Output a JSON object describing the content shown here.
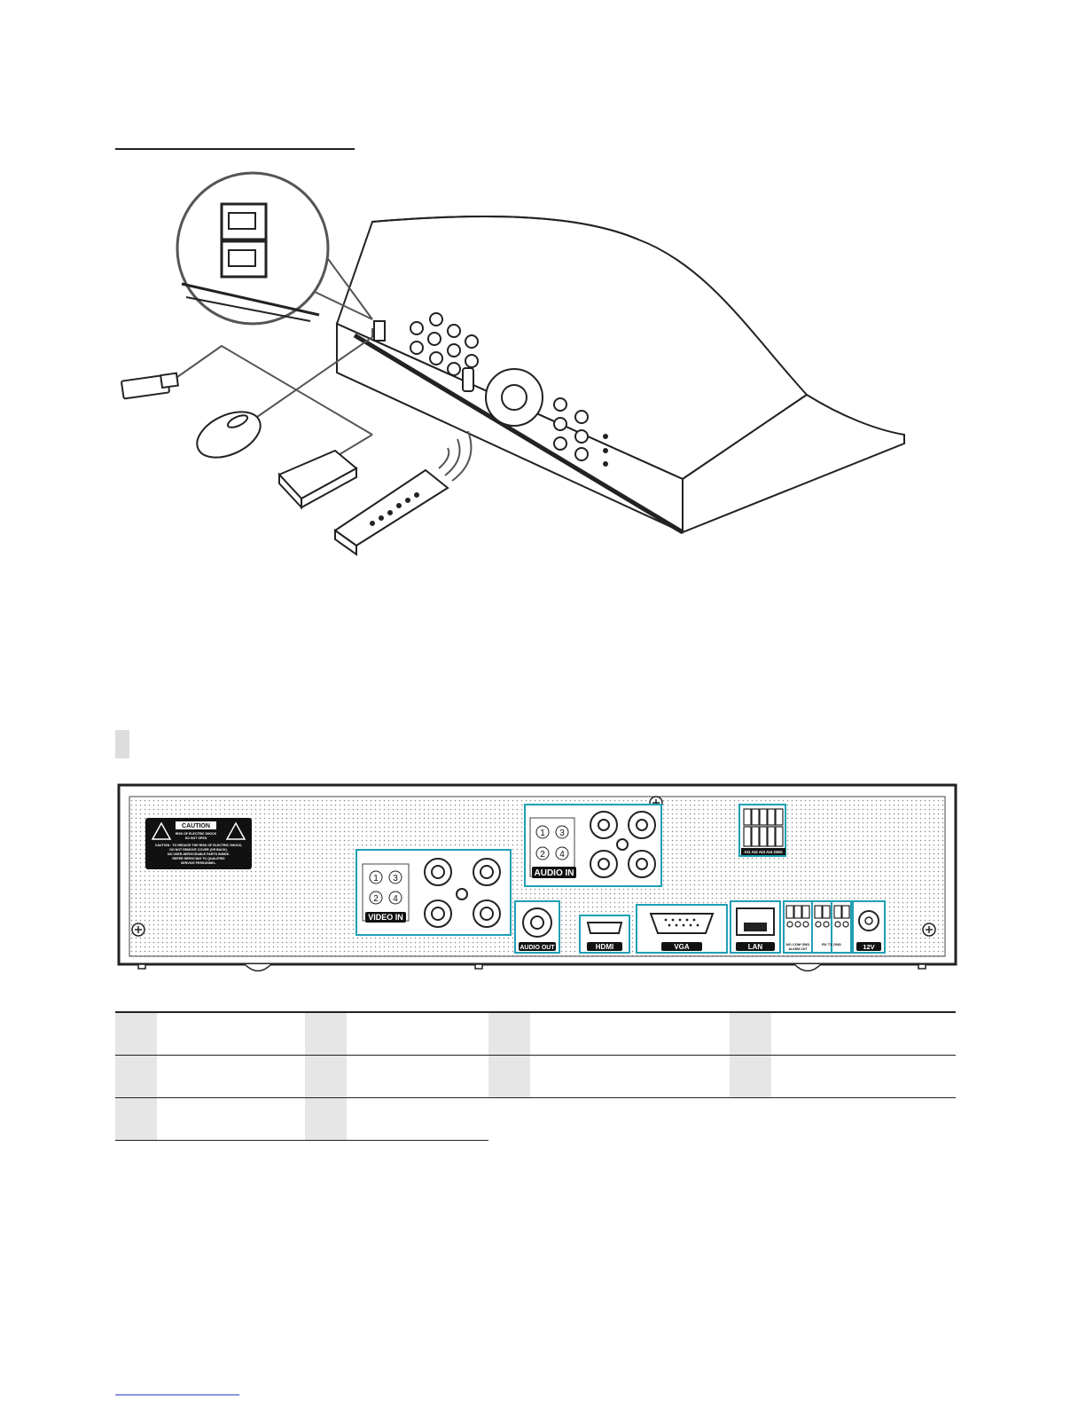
{
  "rear_panel": {
    "caution_title": "CAUTION",
    "caution_sub1": "RISK OF ELECTRIC SHOCK",
    "caution_sub2": "DO NOT OPEN",
    "caution_body1": "CAUTION : TO REDUCE THE RISK OF ELECTRIC SHOCK,",
    "caution_body2": "DO NOT REMOVE COVER (OR BACK).",
    "caution_body3": "NO USER-SERVICEABLE PARTS INSIDE.",
    "caution_body4": "REFER SERVICING TO QUALIFIED",
    "caution_body5": "SERVICE PERSONNEL.",
    "video_in_label": "VIDEO IN",
    "audio_in_label": "AUDIO IN",
    "audio_out_label": "AUDIO OUT",
    "hdmi_label": "HDMI",
    "vga_label": "VGA",
    "lan_label": "LAN",
    "power_label": "12V",
    "alarm_in_terminals": "AI1 AI2 AI3 AI4 GND",
    "alarm_out_terminals": "NO COM GND",
    "alarm_out_caption": "ALARM OUT",
    "rs485_terminals": "RX TX GND",
    "channel_numbers": [
      "1",
      "3",
      "2",
      "4"
    ]
  },
  "icons": {
    "warning": "lightning-triangle-icon",
    "screw": "screw-icon"
  }
}
